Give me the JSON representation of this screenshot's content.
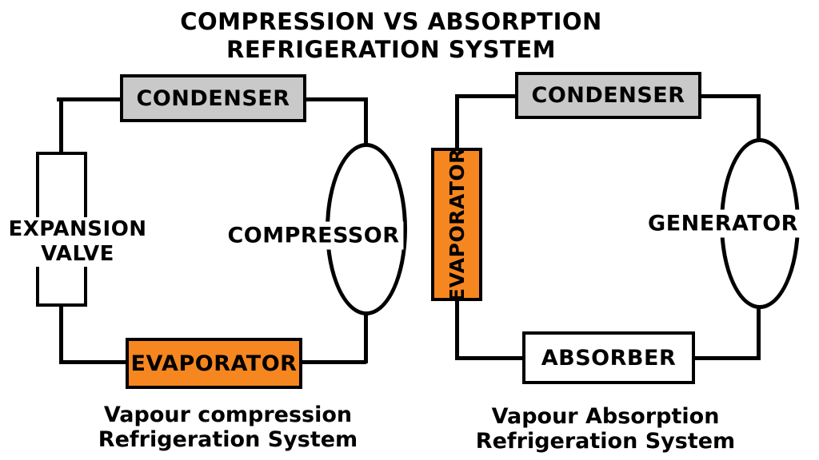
{
  "title": {
    "line1": "COMPRESSION VS ABSORPTION",
    "line2": "REFRIGERATION SYSTEM"
  },
  "colors": {
    "condenser_fill": "#C9C9C9",
    "evaporator_fill": "#F6861F",
    "line_color": "#000000",
    "background": "#FFFFFF"
  },
  "left_system": {
    "condenser_label": "CONDENSER",
    "expansion_valve_label": "EXPANSION VALVE",
    "compressor_label": "COMPRESSOR",
    "evaporator_label": "EVAPORATOR",
    "caption_line1": "Vapour compression",
    "caption_line2": "Refrigeration System"
  },
  "right_system": {
    "condenser_label": "CONDENSER",
    "evaporator_label": "EVAPORATOR",
    "generator_label": "GENERATOR",
    "absorber_label": "ABSORBER",
    "caption_line1": "Vapour Absorption",
    "caption_line2": "Refrigeration System"
  }
}
